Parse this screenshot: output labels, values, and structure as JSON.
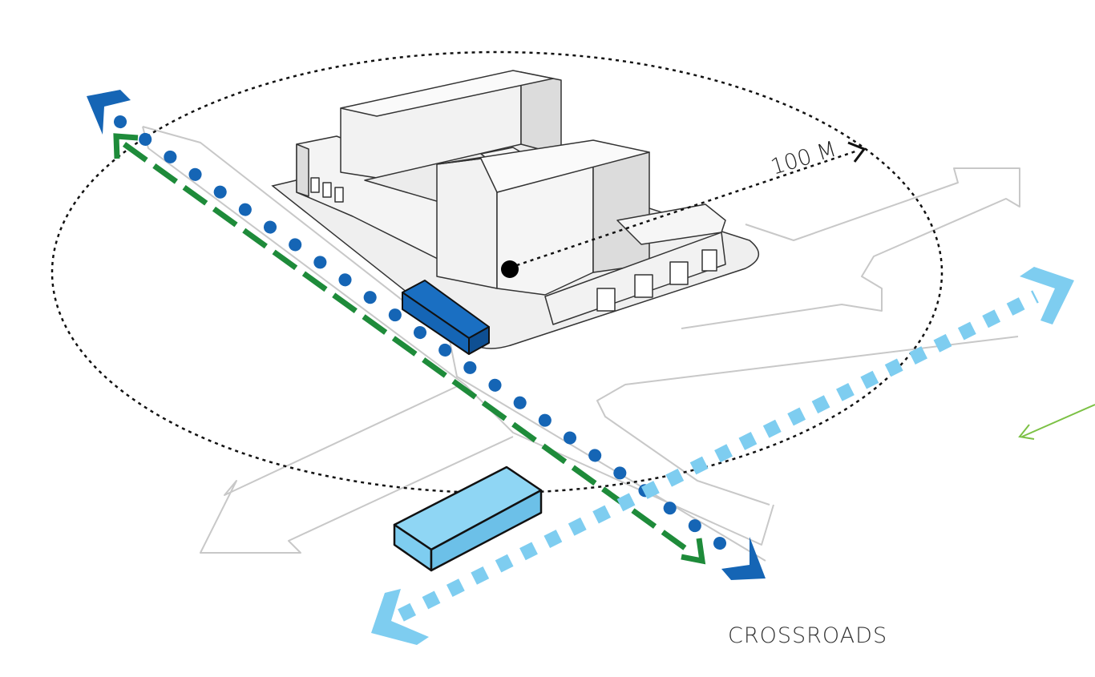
{
  "labels": {
    "radius": "100 M",
    "caption": "CROSSROADS"
  },
  "colors": {
    "dark_blue": "#1565b5",
    "light_blue": "#7ecdf0",
    "green": "#1e8b3a",
    "street_outline": "#c8c8c8",
    "building_fill": "#f2f2f2",
    "building_shade": "#dcdcdc",
    "building_stroke": "#333333",
    "site_fill": "#efefef",
    "light_green_arrow": "#7cc145"
  },
  "icons": {
    "radius_center": "filled-dot",
    "radius_arrow": "arrowhead",
    "flow_arrows": "chevron-arrowhead"
  }
}
